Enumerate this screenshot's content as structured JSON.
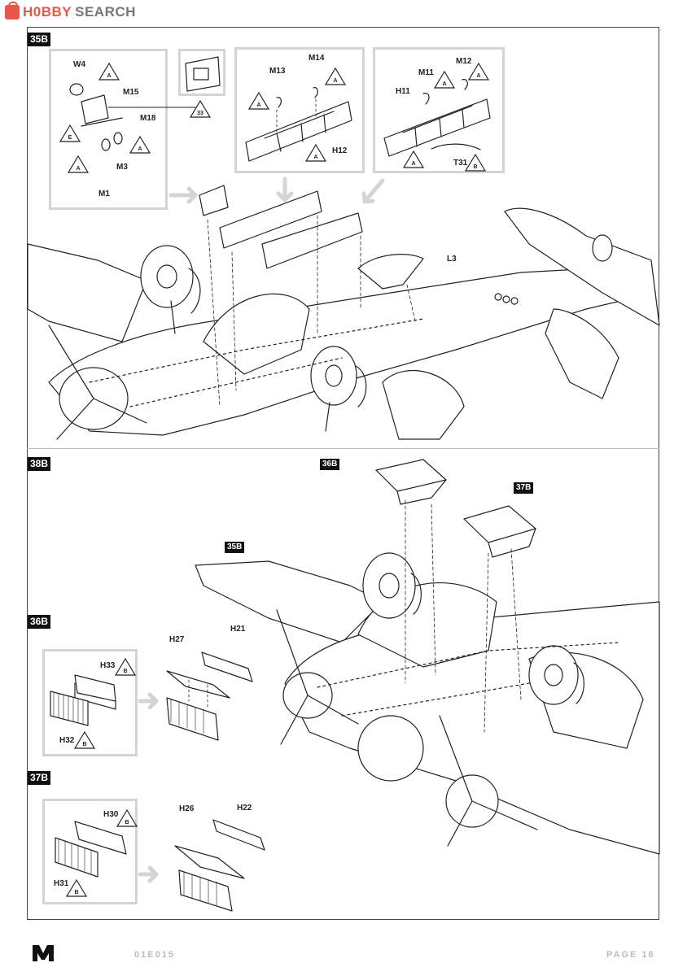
{
  "watermark": {
    "brand_red": "H0BBY",
    "brand_gray": "SEARCH"
  },
  "steps": {
    "s35b": "35B",
    "s38b": "38B",
    "s36b_ref": "36B",
    "s37b_ref": "37B",
    "s35b_ref": "35B",
    "s36b": "36B",
    "s37b": "37B",
    "ref33": "33"
  },
  "parts": {
    "w4": "W4",
    "m15": "M15",
    "m18": "M18",
    "m3": "M3",
    "m1": "M1",
    "m13": "M13",
    "m14": "M14",
    "h12": "H12",
    "m12": "M12",
    "m11": "M11",
    "h11": "H11",
    "t31": "T31",
    "l3": "L3",
    "h27": "H27",
    "h21": "H21",
    "h33": "H33",
    "h32": "H32",
    "h26": "H26",
    "h22": "H22",
    "h30": "H30",
    "h31": "H31"
  },
  "triangles": {
    "a": "A",
    "b": "B",
    "e": "E"
  },
  "footer": {
    "code": "01E015",
    "page": "PAGE 16"
  },
  "colors": {
    "accent": "#e8564a",
    "ink": "#222222",
    "guide": "#d4d4d4"
  }
}
